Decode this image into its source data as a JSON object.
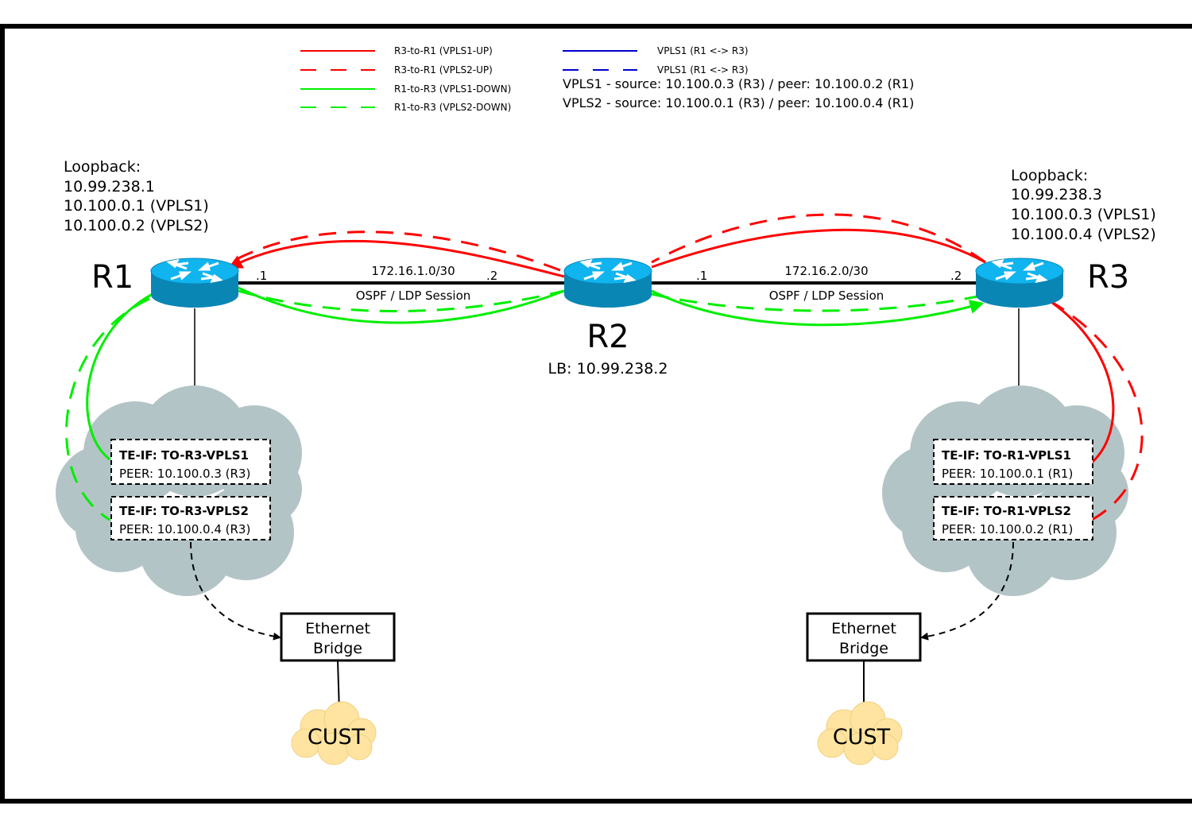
{
  "legend": {
    "items": [
      {
        "label": "R3-to-R1 (VPLS1-UP)",
        "color": "#ff0000",
        "style": "solid"
      },
      {
        "label": "R3-to-R1 (VPLS2-UP)",
        "color": "#ff0000",
        "style": "dashed"
      },
      {
        "label": "R1-to-R3 (VPLS1-DOWN)",
        "color": "#00ee00",
        "style": "solid"
      },
      {
        "label": "R1-to-R3 (VPLS2-DOWN)",
        "color": "#00ee00",
        "style": "dashed"
      },
      {
        "label": "VPLS1 (R1 <-> R3)",
        "color": "#0000cc",
        "style": "solid"
      },
      {
        "label": "VPLS1 (R1 <-> R3)",
        "color": "#0000cc",
        "style": "dashed"
      }
    ],
    "vpls1_info": "VPLS1 - source: 10.100.0.3 (R3) / peer: 10.100.0.2 (R1)",
    "vpls2_info": "VPLS2 - source: 10.100.0.1 (R3) / peer: 10.100.0.4 (R1)"
  },
  "routers": {
    "r1": {
      "name": "R1",
      "loopback_lines": [
        "Loopback:",
        "10.99.238.1",
        "10.100.0.1 (VPLS1)",
        "10.100.0.2 (VPLS2)"
      ]
    },
    "r2": {
      "name": "R2",
      "lb": "LB: 10.99.238.2"
    },
    "r3": {
      "name": "R3",
      "loopback_lines": [
        "Loopback:",
        "10.99.238.3",
        "10.100.0.3 (VPLS1)",
        "10.100.0.4 (VPLS2)"
      ]
    }
  },
  "links": {
    "r1_r2": {
      "subnet": "172.16.1.0/30",
      "session": "OSPF / LDP Session",
      "left_ip": ".1",
      "right_ip": ".2"
    },
    "r2_r3": {
      "subnet": "172.16.2.0/30",
      "session": "OSPF / LDP Session",
      "left_ip": ".1",
      "right_ip": ".2"
    }
  },
  "te_interfaces": {
    "r1": [
      {
        "title": "TE-IF: TO-R3-VPLS1",
        "peer": "PEER: 10.100.0.3 (R3)"
      },
      {
        "title": "TE-IF: TO-R3-VPLS2",
        "peer": "PEER: 10.100.0.4 (R3)"
      }
    ],
    "r3": [
      {
        "title": "TE-IF: TO-R1-VPLS1",
        "peer": "PEER: 10.100.0.1 (R1)"
      },
      {
        "title": "TE-IF: TO-R1-VPLS2",
        "peer": "PEER: 10.100.0.2 (R1)"
      }
    ]
  },
  "bridges": {
    "left": {
      "line1": "Ethernet",
      "line2": "Bridge"
    },
    "right": {
      "line1": "Ethernet",
      "line2": "Bridge"
    }
  },
  "customers": {
    "left": "CUST",
    "right": "CUST"
  },
  "colors": {
    "up": "#ff0000",
    "down": "#00ee00",
    "vpls_legend": "#0000cc",
    "cloud": "#b3c4c6",
    "cust_cloud": "#ffe4a1",
    "router_top": "#10b4ef",
    "router_side": "#0a86b5"
  }
}
